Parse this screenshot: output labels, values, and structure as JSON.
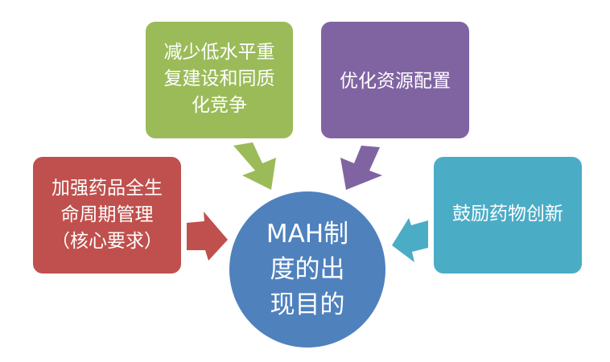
{
  "diagram": {
    "center": {
      "lines": [
        "MAH制",
        "度的出",
        "现目的"
      ],
      "color": "#4f81bd"
    },
    "nodes": [
      {
        "id": "reduce-duplication",
        "lines": [
          "减少低水平重",
          "复建设和同质",
          "化竞争"
        ],
        "color": "#9bbb59"
      },
      {
        "id": "optimize-resources",
        "lines": [
          "优化资源配置"
        ],
        "color": "#8064a2"
      },
      {
        "id": "lifecycle-management",
        "lines": [
          "加强药品全生",
          "命周期管理",
          "（核心要求）"
        ],
        "color": "#c0504d"
      },
      {
        "id": "encourage-innovation",
        "lines": [
          "鼓励药物创新"
        ],
        "color": "#4bacc6"
      }
    ]
  }
}
